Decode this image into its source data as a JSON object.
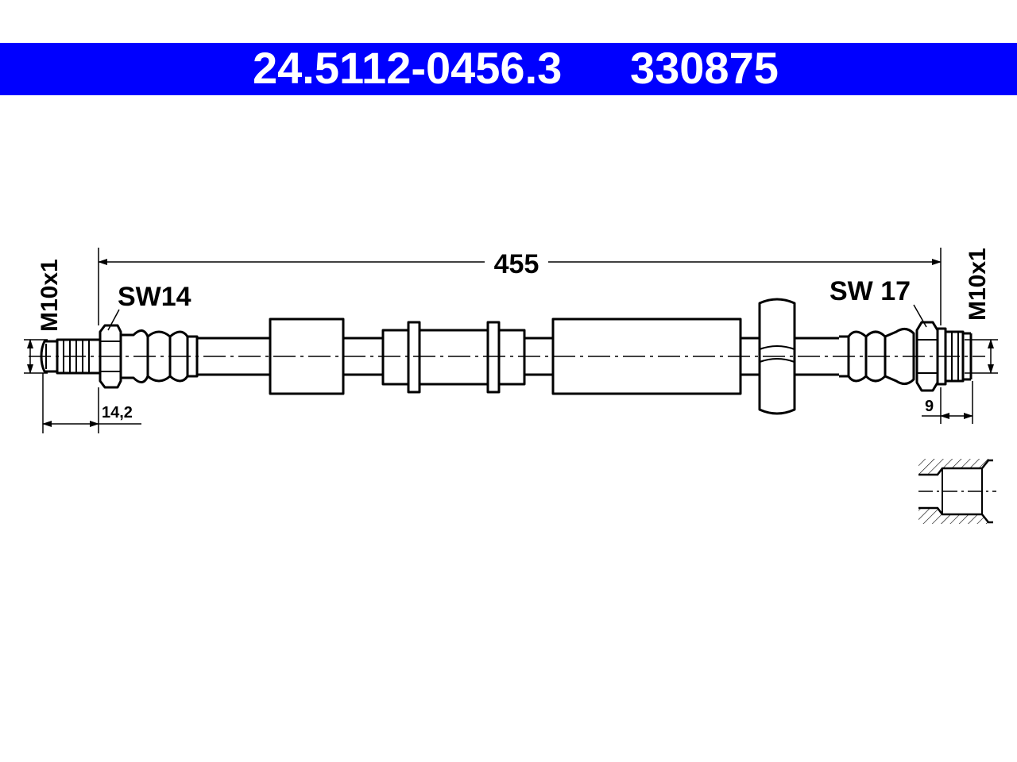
{
  "header": {
    "part_number": "24.5112-0456.3",
    "reference_number": "330875",
    "background_color": "#0000ff",
    "text_color": "#ffffff"
  },
  "drawing": {
    "overall_length": "455",
    "left_wrench_size": "SW14",
    "right_wrench_size": "SW 17",
    "left_thread": "M10x1",
    "right_thread": "M10x1",
    "left_fitting_length": "14,2",
    "right_fitting_length": "9"
  }
}
